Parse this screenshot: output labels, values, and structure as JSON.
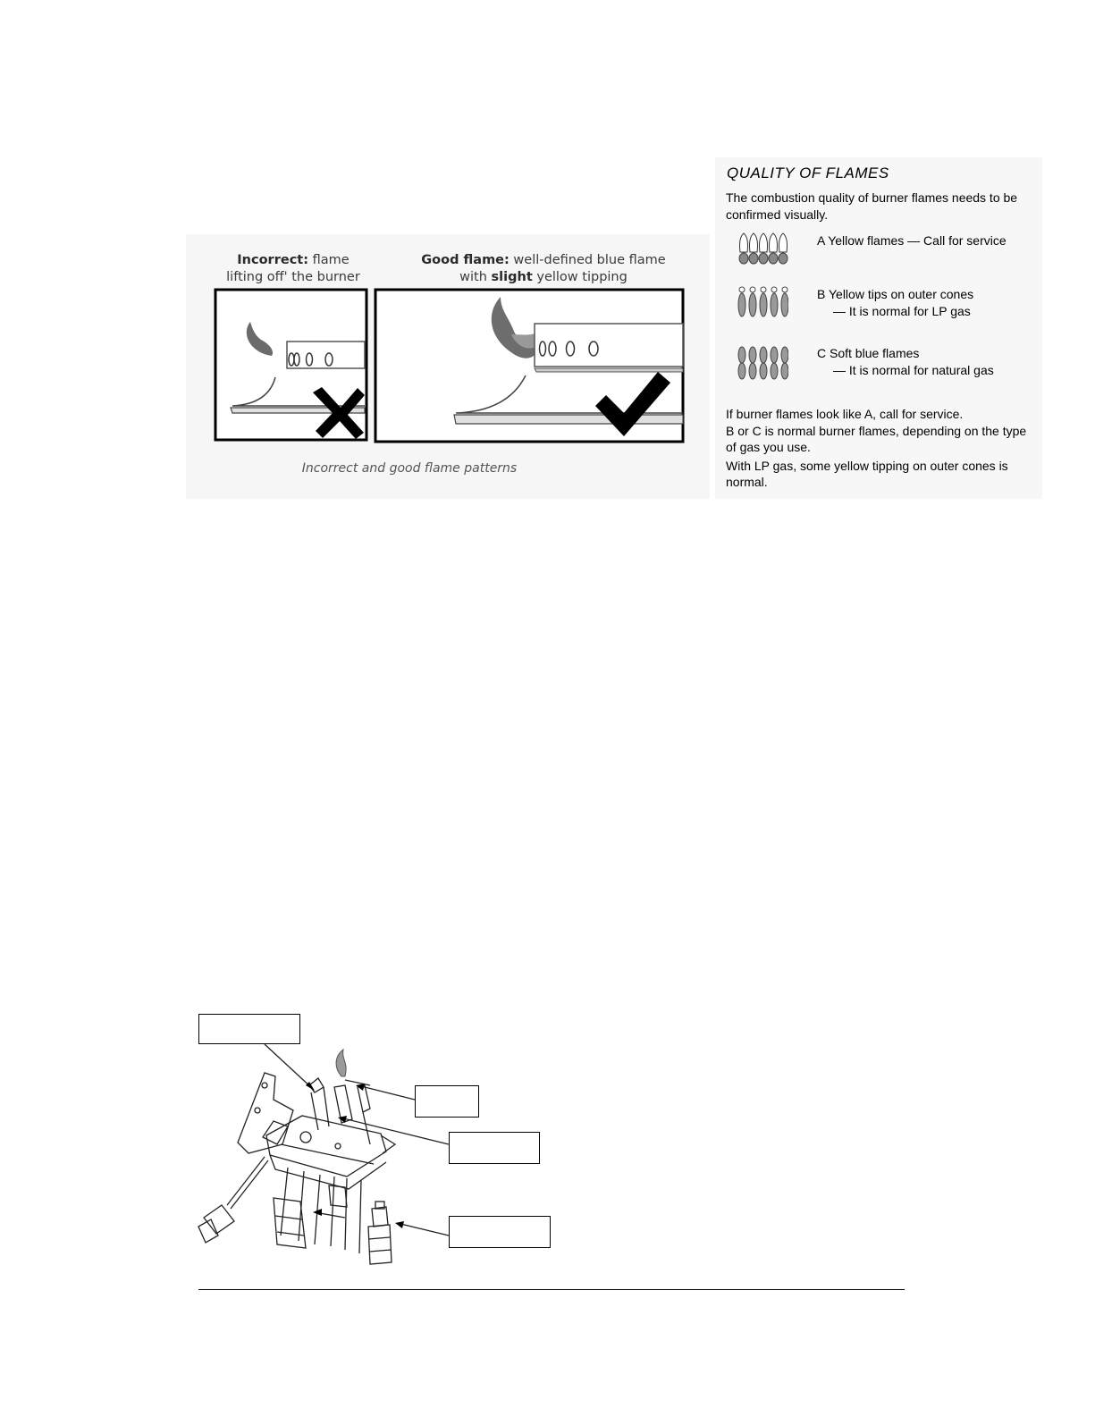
{
  "flame_figure": {
    "incorrect_bold": "Incorrect:",
    "incorrect_rest": " flame",
    "incorrect_line2": "lifting off' the burner",
    "good_bold": "Good flame:",
    "good_rest": " well-defined blue flame",
    "good_line2_pre": "with ",
    "good_line2_bold": "slight",
    "good_line2_post": " yellow tipping",
    "caption": "Incorrect and good flame patterns"
  },
  "quality": {
    "title": "QUALITY OF FLAMES",
    "intro": "The combustion quality of burner flames needs to be confirmed visually.",
    "rows": [
      {
        "line1": "A Yellow flames  — Call for service",
        "line2": ""
      },
      {
        "line1": "B Yellow tips on outer cones",
        "line2": "— It is normal for LP gas"
      },
      {
        "line1": "C Soft blue flames",
        "line2": "— It is normal for natural gas"
      }
    ],
    "notes": [
      "If burner flames look like    A, call for service.",
      "B or C is normal burner flames, depending on the type of gas you use.",
      "With LP gas, some yellow tipping on outer cones is normal."
    ]
  },
  "icons": {
    "a": "yellow-flames-icon",
    "b": "yellow-tips-icon",
    "c": "soft-blue-flames-icon",
    "x": "x-mark-icon",
    "check": "check-mark-icon"
  }
}
